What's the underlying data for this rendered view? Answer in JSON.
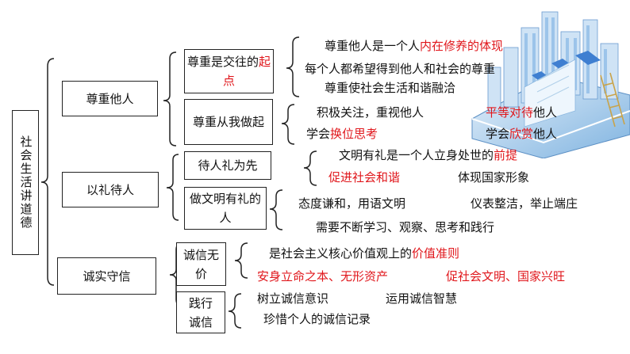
{
  "root": "社会生活讲道德",
  "sections": [
    {
      "label": "尊重他人",
      "subs": [
        {
          "label_parts": [
            "尊重是交往的",
            "起点"
          ],
          "lines": [
            [
              "尊重他人是一个人",
              "内在修养的体现"
            ],
            [
              "每个人都希望得到他人和社会的尊重"
            ],
            [
              "尊重使社会生活和谐融洽"
            ]
          ]
        },
        {
          "label": "尊重从我做起",
          "lines": [
            [
              "积极关注，重视他人",
              "平等对待",
              "他人"
            ],
            [
              "学会",
              "换位思考",
              "学会",
              "欣赏",
              "他人"
            ]
          ]
        }
      ]
    },
    {
      "label": "以礼待人",
      "subs": [
        {
          "label": "待人礼为先",
          "lines": [
            [
              "文明有礼是一个人立身处世的",
              "前提"
            ],
            [
              "促进社会",
              "和谐",
              "体现国家形象"
            ]
          ]
        },
        {
          "label": "做文明有礼的人",
          "lines": [
            [
              "态度谦和，用语文明",
              "仪表整洁，举止端庄"
            ],
            [
              "需要不断学习、观察、思考和践行"
            ]
          ]
        }
      ]
    },
    {
      "label": "诚实守信",
      "subs": [
        {
          "label": "诚信无价",
          "lines": [
            [
              "是社会主义核心价值观上的",
              "价值准则"
            ],
            [
              "安身立命之本、无形资产",
              "促社会文明、国家兴旺"
            ]
          ]
        },
        {
          "label": "践行诚信",
          "lines": [
            [
              "树立诚信意识",
              "运用诚信智慧"
            ],
            [
              "珍惜个人的诚信记录"
            ]
          ]
        }
      ]
    }
  ],
  "colors": {
    "emphasis": "#e0161b",
    "text": "#111111",
    "border": "#222222"
  }
}
